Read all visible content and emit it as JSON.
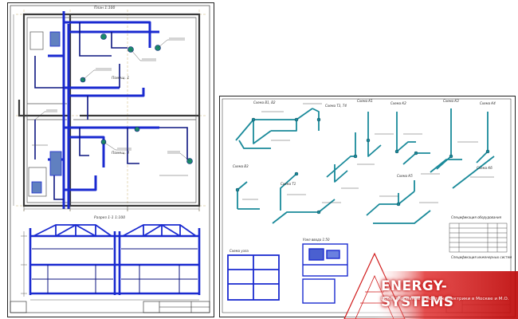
{
  "colors": {
    "pipe": "#1a2ad0",
    "pipe_dark": "#0d1680",
    "wall": "#3b3b3b",
    "axis": "#b8a060",
    "accent_green": "#1a8a6a",
    "brand_red": "#d01818"
  },
  "left_sheet": {
    "plan_title": "План 1:100",
    "room_label_1": "Помещ. 1",
    "room_label_2": "Помещ. 2",
    "section_title": "Разрез 1-1 1:100"
  },
  "right_sheet": {
    "scheme_titles": [
      "Схема В1, В2",
      "Схема Т3, Т4",
      "Схема К1",
      "Схема К2",
      "Схема К3",
      "Схема К4",
      "Схема В3",
      "Схема Т1",
      "Схема К5",
      "Схема К6"
    ],
    "spec_title": "Спецификация оборудования",
    "unit_title": "Узел ввода 1:50",
    "node_title": "Схема узла",
    "note_title": "Спецификация инженерных систем"
  },
  "brand": {
    "name": "ENERGY-SYSTEMS",
    "tagline": "Проектирование и монтаж электрики в Москве и М.О."
  }
}
